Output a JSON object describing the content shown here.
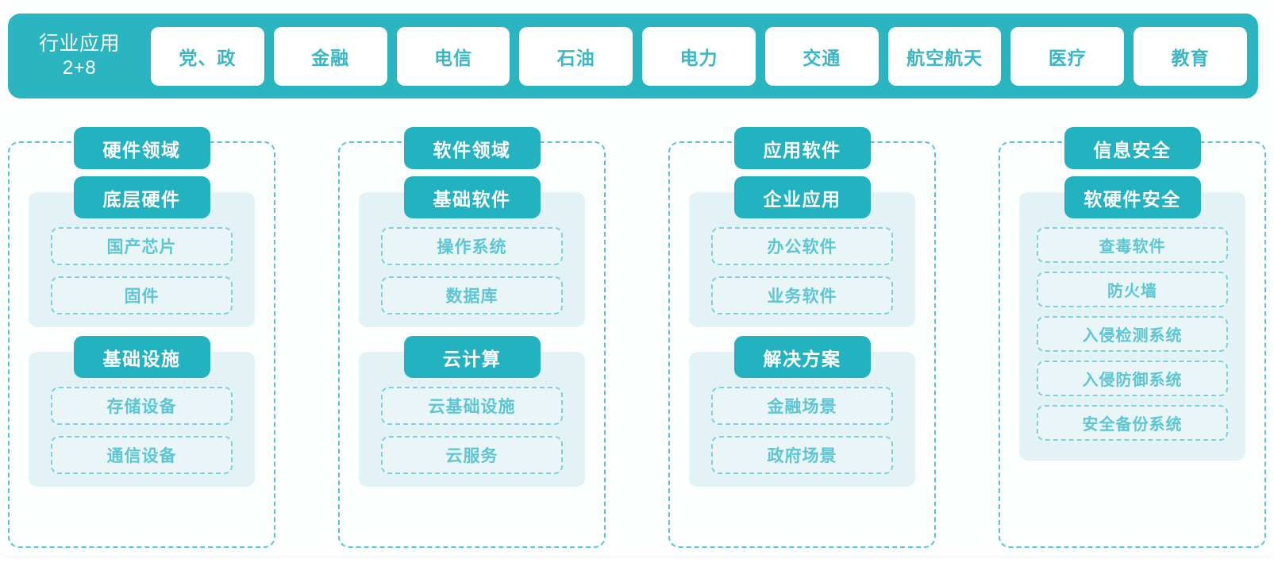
{
  "colors": {
    "header_bg": "#2bb5c1",
    "box_teal": "#22b2c0",
    "panel_bg": "#e3f3f5",
    "leaf_bg": "#e9f5f7",
    "leaf_border": "#7fd0da",
    "leaf_text": "#5cc6d2",
    "dashed_frame": "#55c4d4",
    "chip_bg": "#ffffff",
    "chip_text": "#3ab7c4"
  },
  "header": {
    "title_line1": "行业应用",
    "title_line2": "2+8",
    "chips": [
      {
        "label": "党、政"
      },
      {
        "label": "金融"
      },
      {
        "label": "电信"
      },
      {
        "label": "石油"
      },
      {
        "label": "电力"
      },
      {
        "label": "交通"
      },
      {
        "label": "航空航天"
      },
      {
        "label": "医疗"
      },
      {
        "label": "教育"
      }
    ]
  },
  "columns": [
    {
      "title": "硬件领域",
      "groups": [
        {
          "head": "底层硬件",
          "leaves": [
            "国产芯片",
            "固件"
          ]
        },
        {
          "head": "基础设施",
          "leaves": [
            "存储设备",
            "通信设备"
          ]
        }
      ]
    },
    {
      "title": "软件领域",
      "groups": [
        {
          "head": "基础软件",
          "leaves": [
            "操作系统",
            "数据库"
          ]
        },
        {
          "head": "云计算",
          "leaves": [
            "云基础设施",
            "云服务"
          ]
        }
      ]
    },
    {
      "title": "应用软件",
      "groups": [
        {
          "head": "企业应用",
          "leaves": [
            "办公软件",
            "业务软件"
          ]
        },
        {
          "head": "解决方案",
          "leaves": [
            "金融场景",
            "政府场景"
          ]
        }
      ]
    },
    {
      "title": "信息安全",
      "groups": [
        {
          "head": "软硬件安全",
          "leaves": [
            "查毒软件",
            "防火墙",
            "入侵检测系统",
            "入侵防御系统",
            "安全备份系统"
          ]
        }
      ]
    }
  ]
}
